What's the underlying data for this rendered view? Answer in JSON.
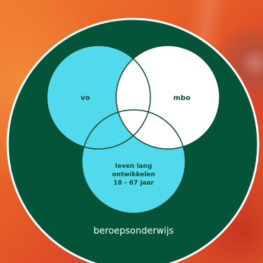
{
  "diagram": {
    "circles": {
      "vo": {
        "label": "vo"
      },
      "mbo": {
        "label": "mbo"
      },
      "lifelong": {
        "lines": [
          "leven lang",
          "ontwikkelen",
          "18 - 67 jaar"
        ]
      }
    },
    "caption": "beroepsonderwijs"
  },
  "colors": {
    "badge_green": "#04543a",
    "badge_border": "#ffffff",
    "cyan": "#52d9ec",
    "white_fill": "#ffffff",
    "outline": "#0b4a2f",
    "label_text": "#0b4a2f",
    "caption_text": "#ffffff"
  }
}
